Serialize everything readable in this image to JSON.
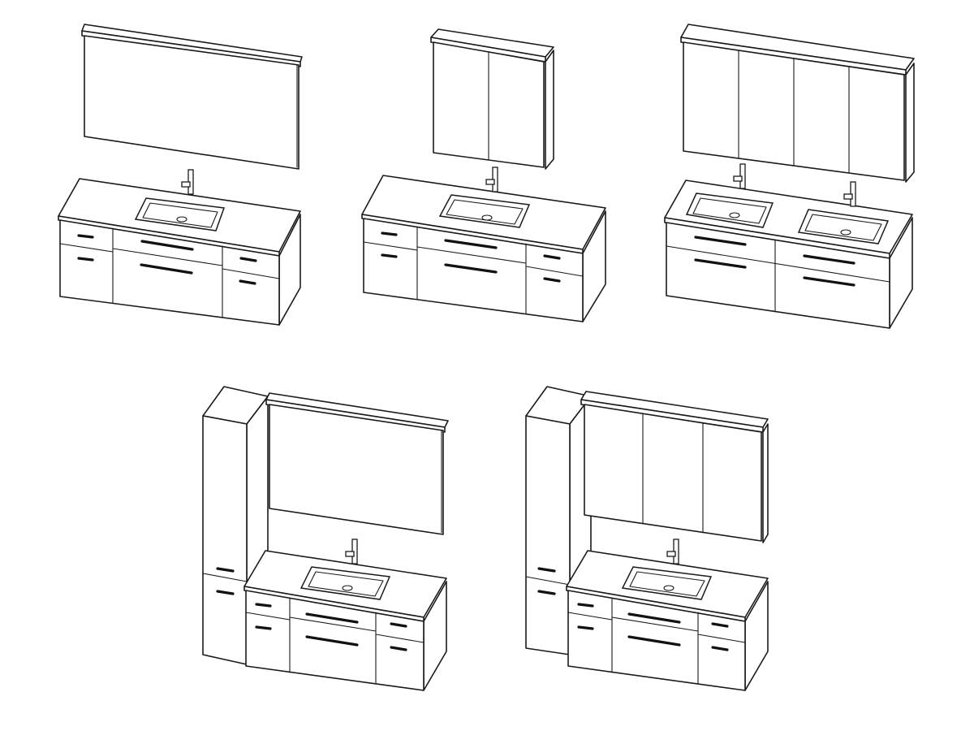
{
  "diagram": {
    "variants": [
      {
        "id": "v1",
        "upper": "mirror",
        "upper_doors": 0,
        "tall_cabinet": false,
        "basins": 1,
        "base": "3-section"
      },
      {
        "id": "v2",
        "upper": "mirror-cabinet",
        "upper_doors": 2,
        "tall_cabinet": false,
        "basins": 1,
        "base": "3-section"
      },
      {
        "id": "v3",
        "upper": "mirror-cabinet",
        "upper_doors": 4,
        "tall_cabinet": false,
        "basins": 2,
        "base": "2-section"
      },
      {
        "id": "v4",
        "upper": "mirror",
        "upper_doors": 0,
        "tall_cabinet": true,
        "basins": 1,
        "base": "3-section"
      },
      {
        "id": "v5",
        "upper": "mirror-cabinet",
        "upper_doors": 3,
        "tall_cabinet": true,
        "basins": 1,
        "base": "3-section"
      }
    ],
    "colors": {
      "line": "#1a1a1a",
      "background": "#ffffff",
      "handle": "#111111"
    }
  }
}
